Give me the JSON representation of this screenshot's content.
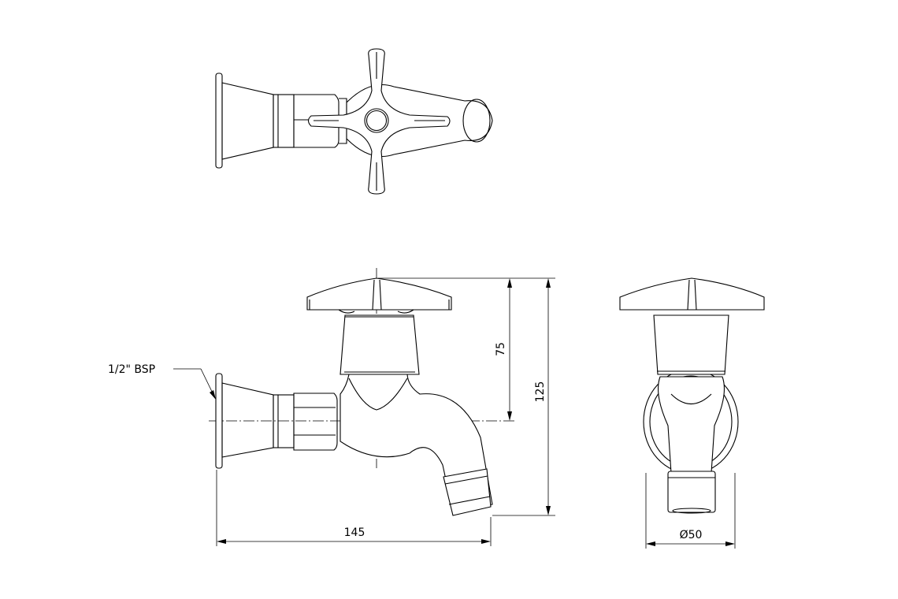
{
  "dimensions": {
    "width_label": "145",
    "height_total_label": "125",
    "height_to_axis_label": "75",
    "diameter_label": "Ø50",
    "thread_label": "1/2\" BSP"
  }
}
